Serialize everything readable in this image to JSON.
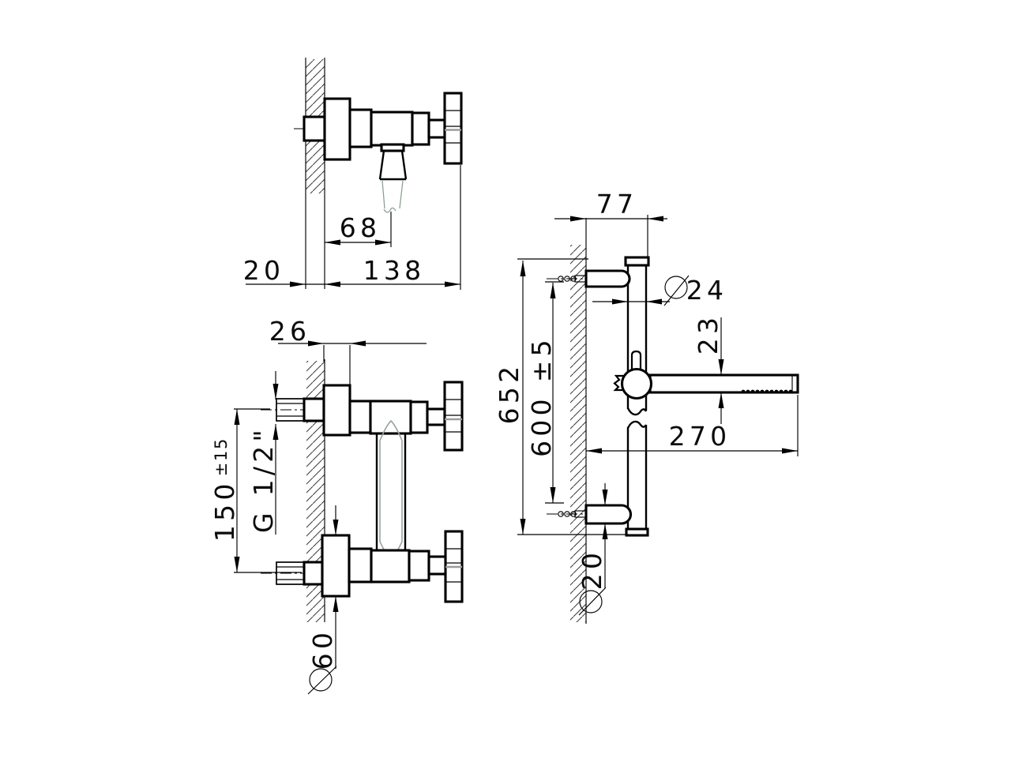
{
  "colors": {
    "background": "#ffffff",
    "line": "#000000",
    "soft_line": "#9aa39b"
  },
  "views": {
    "side": {
      "dims": {
        "spout_reach": "68",
        "wall_thickness": "20",
        "depth": "138"
      }
    },
    "front": {
      "dims": {
        "escutcheon_depth": "26",
        "connection_centers": "150",
        "connection_centers_tolerance": "±15",
        "thread": "G 1/2\"",
        "escutcheon_diameter": "60"
      }
    },
    "bar": {
      "dims": {
        "wall_offset": "77",
        "bar_diameter": "24",
        "handshower_diameter": "23",
        "handshower_length": "270",
        "total_height": "652",
        "fixing_centers": "600 ±5",
        "bracket_diameter": "20"
      }
    }
  }
}
